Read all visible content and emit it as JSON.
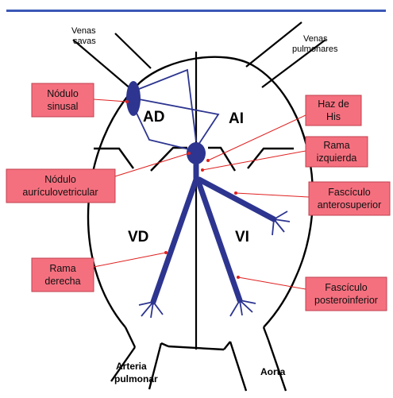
{
  "colors": {
    "header_rule": "#3b58b8",
    "conduction": "#2d3590",
    "callout_fill": "#f5707f",
    "pointer": "#e02020",
    "outline": "#000000"
  },
  "chambers": {
    "ad": "AD",
    "ai": "AI",
    "vd": "VD",
    "vi": "VI"
  },
  "vessels": {
    "venas_cavas": [
      "Venas",
      "cavas"
    ],
    "venas_pulmonares": [
      "Venas",
      "pulmonares"
    ],
    "arteria_pulmonar": [
      "Arteria",
      "pulmonar"
    ],
    "aorta": "Aorta"
  },
  "labels": {
    "nodulo_sinusal": [
      "Nódulo",
      "sinusal"
    ],
    "haz_his": [
      "Haz de",
      "His"
    ],
    "rama_izquierda": [
      "Rama",
      "izquierda"
    ],
    "nodulo_av": [
      "Nódulo",
      "aurículovetricular"
    ],
    "fasciculo_anterosuperior": [
      "Fascículo",
      "anterosuperior"
    ],
    "rama_derecha": [
      "Rama",
      "derecha"
    ],
    "fasciculo_posteroinferior": [
      "Fascículo",
      "posteroinferior"
    ]
  }
}
